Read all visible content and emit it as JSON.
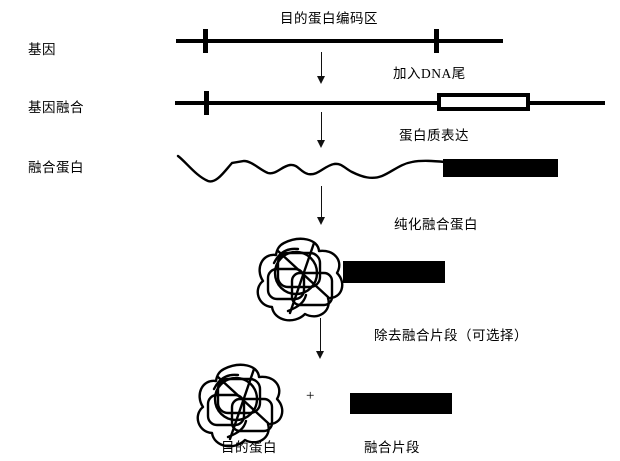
{
  "figure": {
    "title": "目的蛋白编码区",
    "row_labels": {
      "gene": "基因",
      "gene_fusion": "基因融合",
      "fusion_protein": "融合蛋白"
    },
    "step_labels": {
      "add_dna_tail": "加入DNA尾",
      "protein_expression": "蛋白质表达",
      "purify_fusion_protein": "纯化融合蛋白",
      "remove_fusion_fragment": "除去融合片段（可选择）"
    },
    "result_labels": {
      "plus_sign": "+",
      "target_protein": "目的蛋白",
      "fusion_fragment": "融合片段"
    },
    "colors": {
      "ink": "#000000",
      "background": "#ffffff"
    }
  }
}
